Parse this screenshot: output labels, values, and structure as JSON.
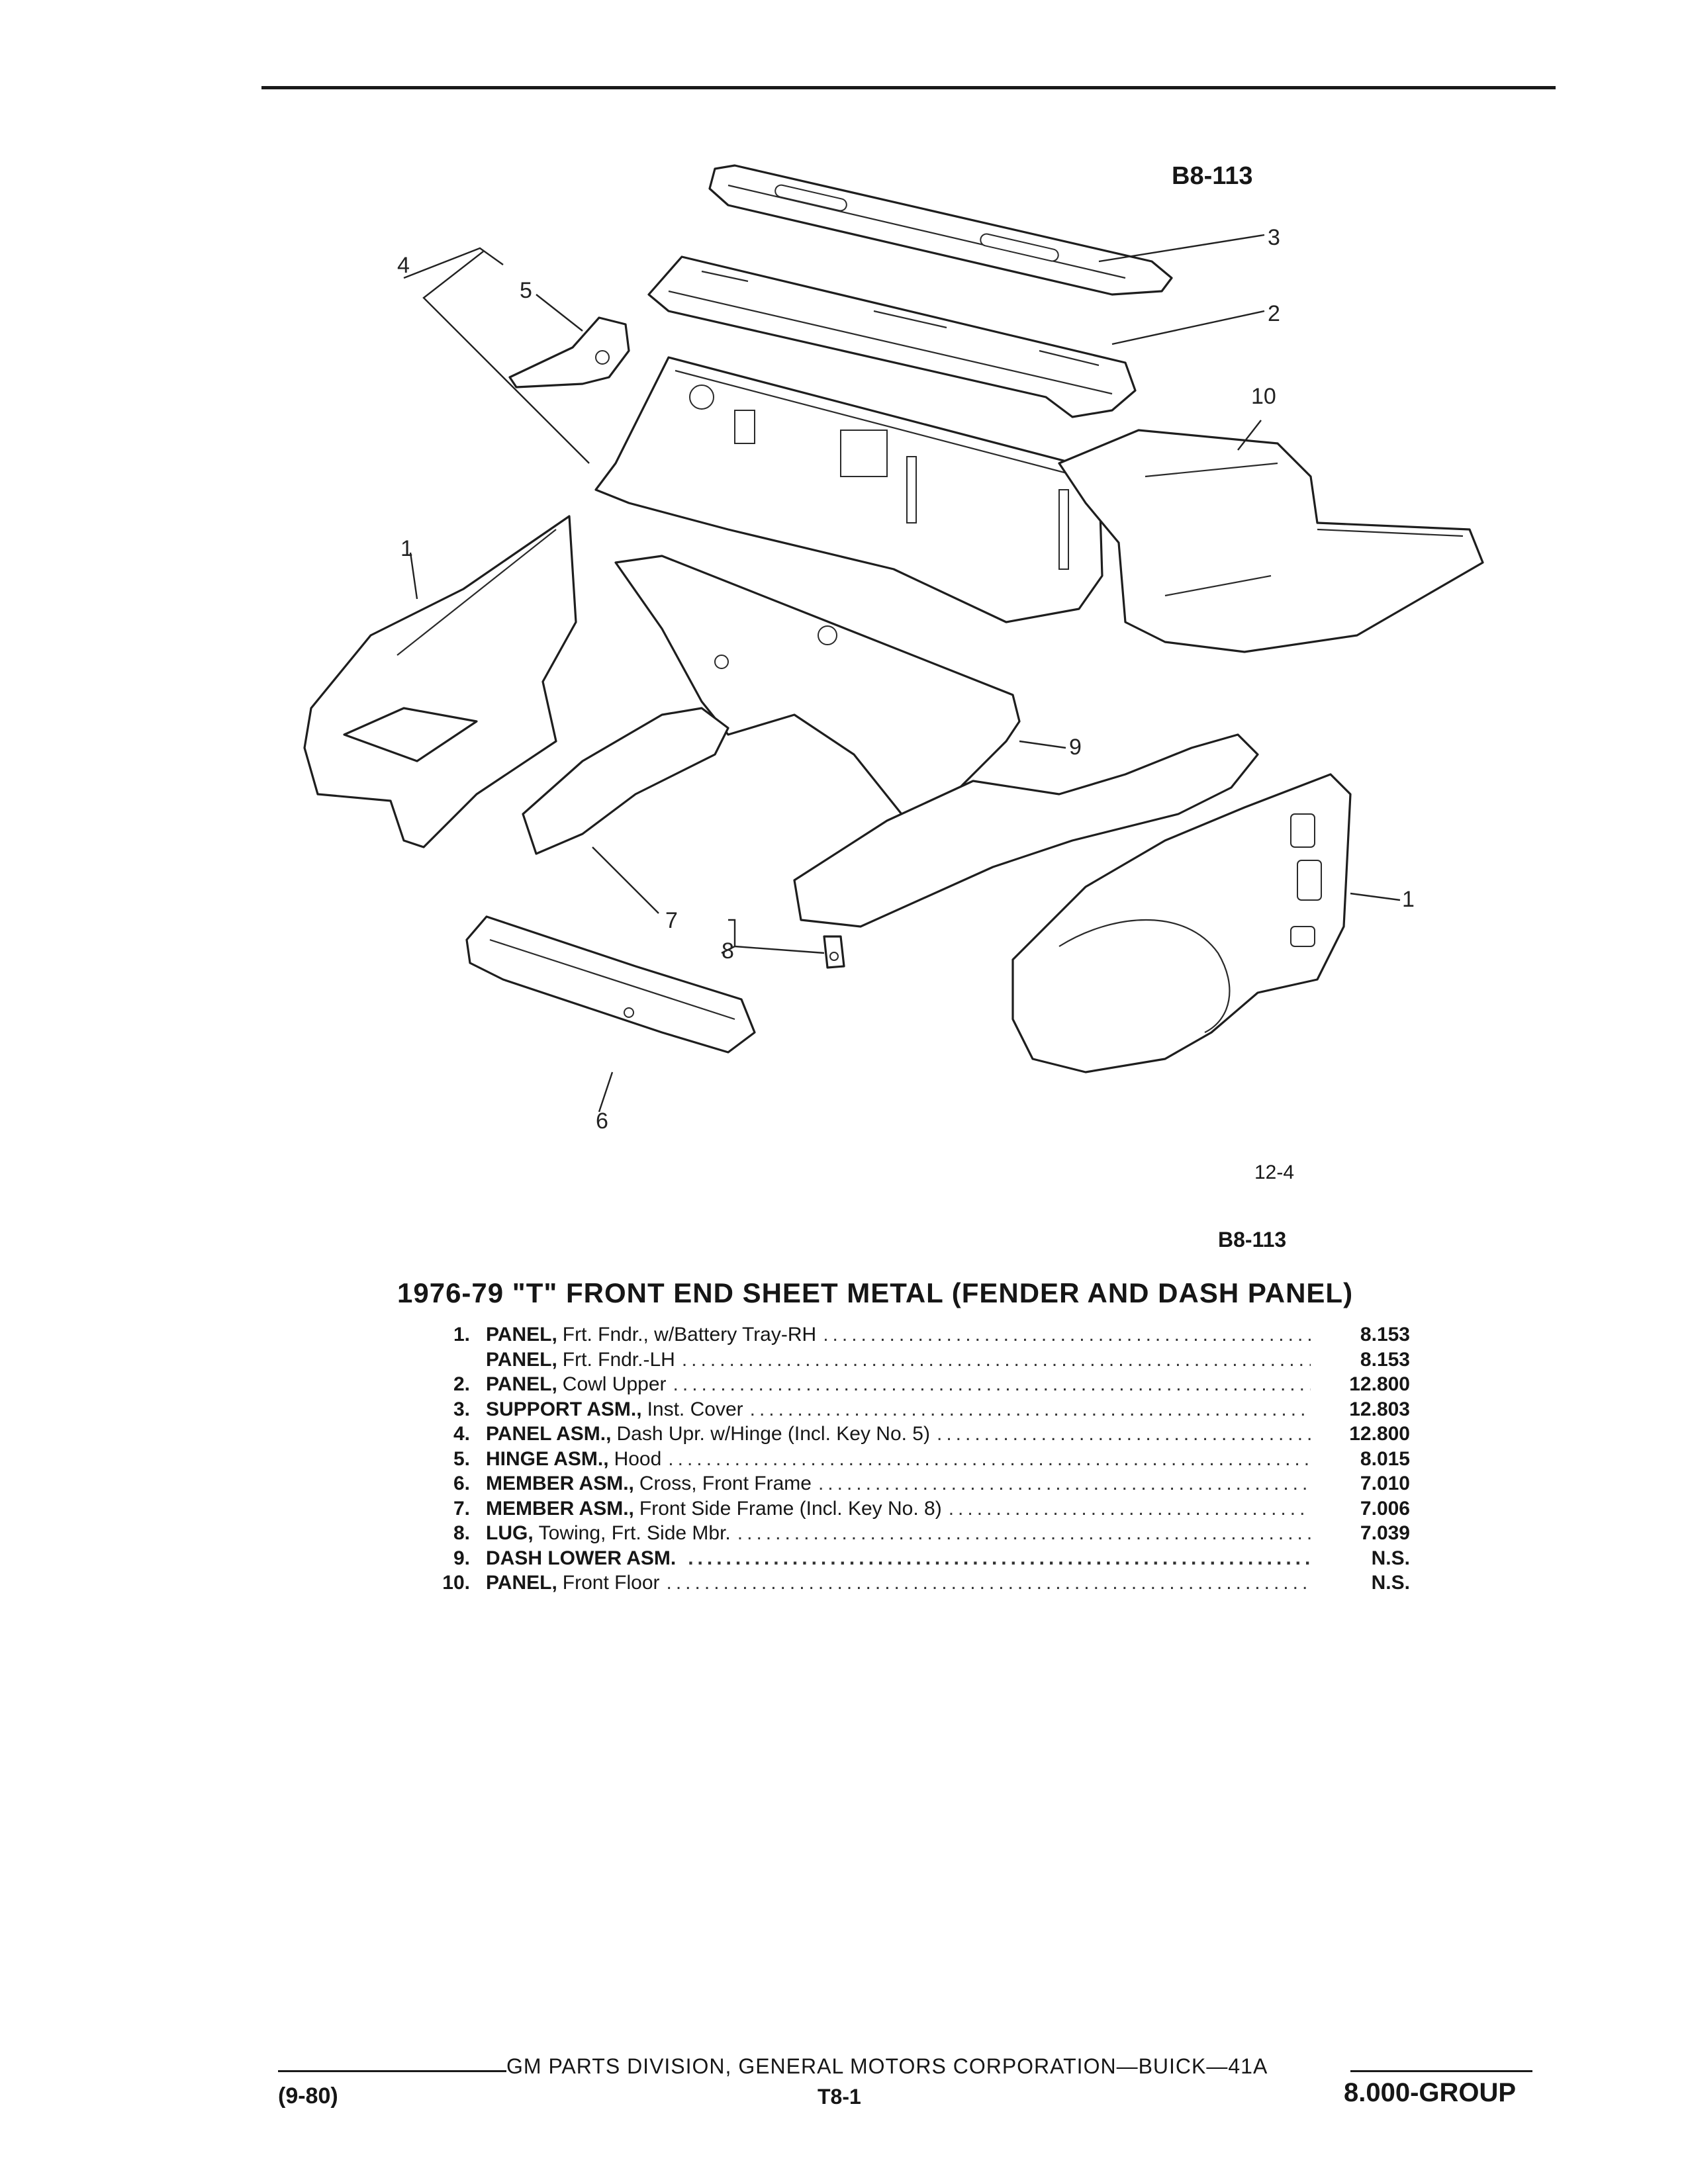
{
  "header": {
    "illustration_code": "B8-113"
  },
  "figure": {
    "callouts": [
      "1",
      "2",
      "3",
      "4",
      "5",
      "6",
      "7",
      "8",
      "9",
      "10"
    ],
    "page_ref": "12-4"
  },
  "caption_code": "B8-113",
  "title": "1976-79 \"T\" FRONT END SHEET METAL (FENDER AND DASH PANEL)",
  "parts": [
    {
      "num": "1.",
      "name": "PANEL,",
      "desc": "Frt. Fndr., w/Battery Tray-RH",
      "group": "8.153"
    },
    {
      "num": "",
      "name": "PANEL,",
      "desc": "Frt. Fndr.-LH",
      "group": "8.153"
    },
    {
      "num": "2.",
      "name": "PANEL,",
      "desc": "Cowl Upper",
      "group": "12.800"
    },
    {
      "num": "3.",
      "name": "SUPPORT ASM.,",
      "desc": "Inst. Cover",
      "group": "12.803"
    },
    {
      "num": "4.",
      "name": "PANEL ASM.,",
      "desc": "Dash Upr. w/Hinge (Incl. Key No. 5)",
      "group": "12.800"
    },
    {
      "num": "5.",
      "name": "HINGE ASM.,",
      "desc": "Hood",
      "group": "8.015"
    },
    {
      "num": "6.",
      "name": "MEMBER ASM.,",
      "desc": "Cross, Front Frame",
      "group": "7.010"
    },
    {
      "num": "7.",
      "name": "MEMBER ASM.,",
      "desc": "Front Side Frame (Incl. Key No. 8)",
      "group": "7.006"
    },
    {
      "num": "8.",
      "name": "LUG,",
      "desc": "Towing, Frt. Side Mbr.",
      "group": "7.039"
    },
    {
      "num": "9.",
      "name": "DASH LOWER ASM.",
      "desc": "",
      "group": "N.S."
    },
    {
      "num": "10.",
      "name": "PANEL,",
      "desc": "Front Floor",
      "group": "N.S."
    }
  ],
  "footer": {
    "publisher": "GM PARTS DIVISION, GENERAL MOTORS CORPORATION—BUICK—41A",
    "date": "(9-80)",
    "page": "T8-1",
    "group": "8.000-GROUP"
  }
}
